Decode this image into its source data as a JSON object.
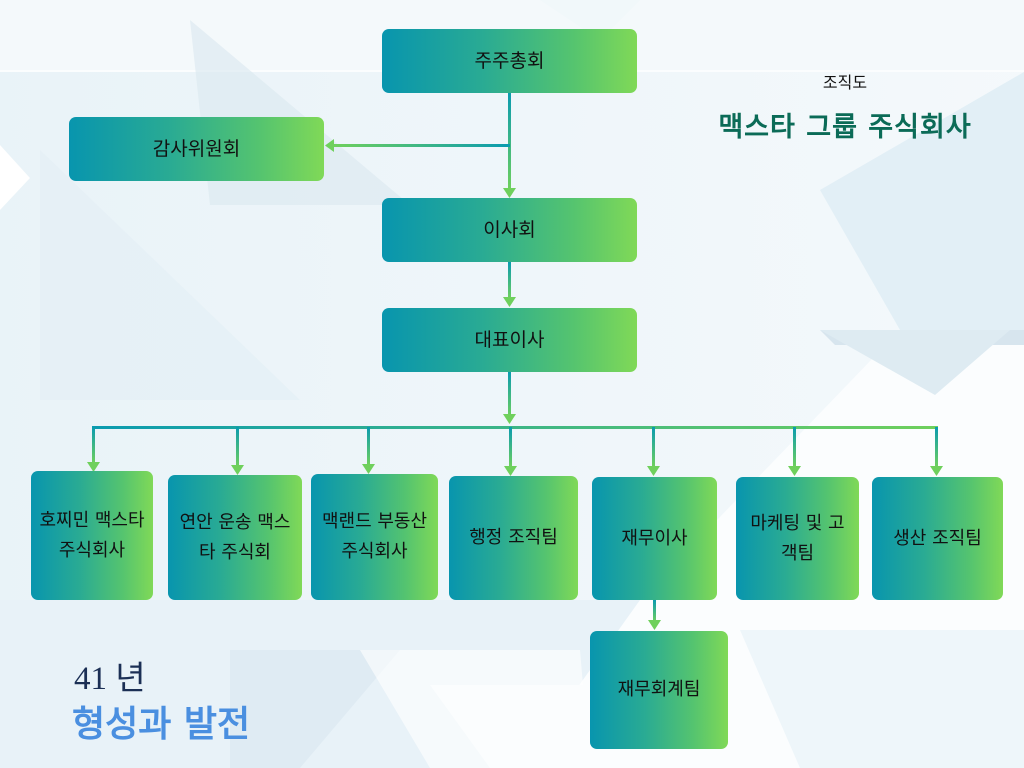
{
  "header": {
    "subtitle": "조직도",
    "company_name": "맥스타 그룹 주식회사"
  },
  "footer": {
    "years": "41 년",
    "tagline": "형성과 발전"
  },
  "colors": {
    "node_gradient_start": "#0895ae",
    "node_gradient_end": "#80d957",
    "connector_start": "#0a9bb0",
    "connector_end": "#6fd05c",
    "title": "#0b6b57",
    "tagline": "#4a8fe0"
  },
  "org_chart": {
    "shareholders": "주주총회",
    "audit_committee": "감사위원회",
    "board": "이사회",
    "ceo": "대표이사",
    "divisions": [
      {
        "label": "호찌민 맥스타 주식회사"
      },
      {
        "label": "연안 운송 맥스타 주식회"
      },
      {
        "label": "맥랜드 부동산 주식회사"
      },
      {
        "label": "행정 조직팀"
      },
      {
        "label": "재무이사"
      },
      {
        "label": "마케팅 및 고객팀"
      },
      {
        "label": "생산 조직팀"
      }
    ],
    "finance_team": "재무회계팀"
  }
}
